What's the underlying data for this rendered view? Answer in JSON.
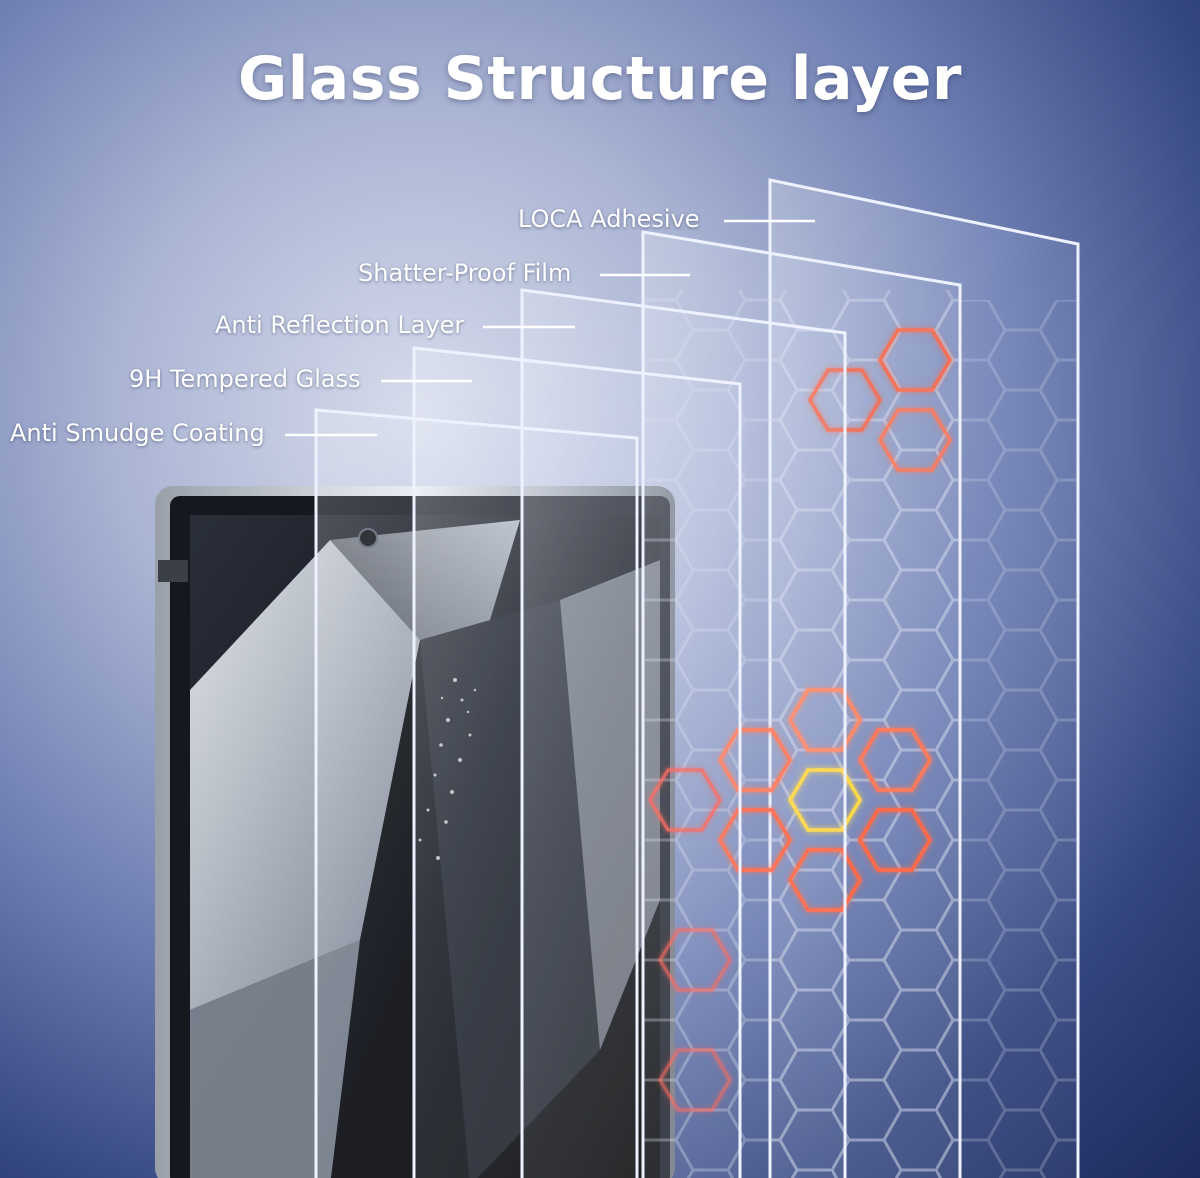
{
  "title": "Glass Structure layer",
  "layers": [
    {
      "label": "LOCA Adhesive"
    },
    {
      "label": "Shatter-Proof Film"
    },
    {
      "label": "Anti Reflection Layer"
    },
    {
      "label": "9H Tempered Glass"
    },
    {
      "label": "Anti Smudge Coating"
    }
  ],
  "colors": {
    "background_dark": "#1d2b5c",
    "background_light": "#d7dcec",
    "text": "#ffffff",
    "hex_glow": "#ff6a4a",
    "hex_core": "#ffd84a"
  }
}
